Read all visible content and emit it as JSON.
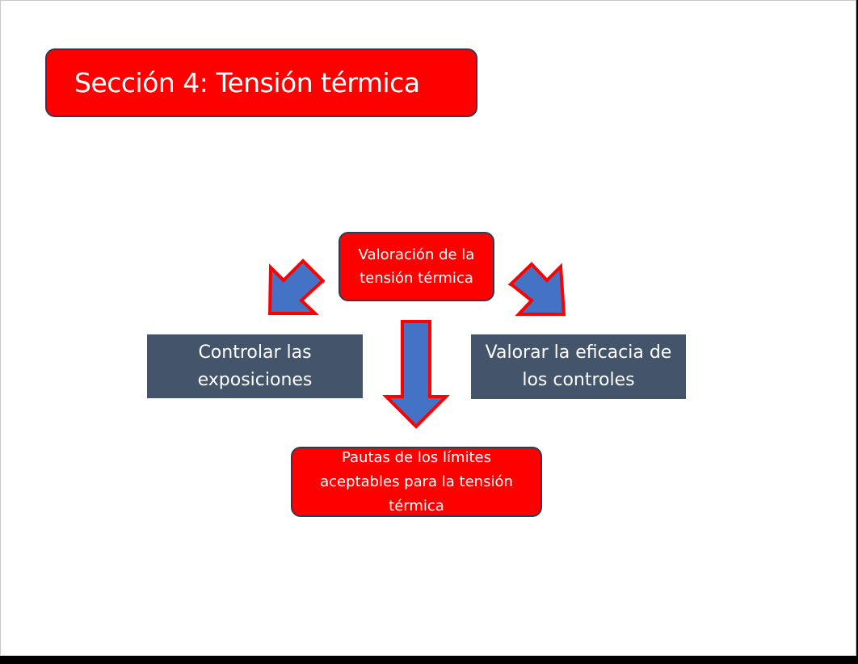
{
  "slide": {
    "title": "Sección 4: Tensión térmica"
  },
  "diagram": {
    "center_top": "Valoración de la\ntensión térmica",
    "left": "Controlar las\nexposiciones",
    "right": "Valorar la eficacia de\nlos controles",
    "bottom": "Pautas de los límites\naceptables para la tensión\ntérmica"
  },
  "colors": {
    "red_box_fill": "#ff0000",
    "box_border": "#2f3a57",
    "grey_box_fill": "#44546a",
    "arrow_fill": "#4472c4",
    "arrow_outline": "#ff0000"
  },
  "icons": {
    "arrows": [
      "arrow-down-left-icon",
      "arrow-down-icon",
      "arrow-down-right-icon"
    ]
  }
}
